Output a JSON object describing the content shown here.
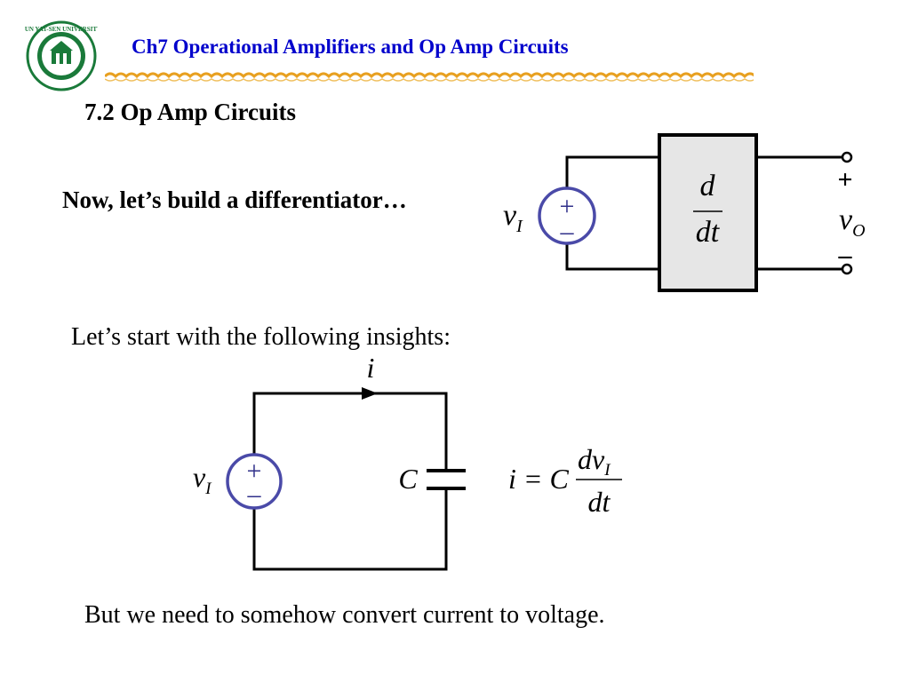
{
  "header": {
    "title": "Ch7 Operational Amplifiers and Op Amp Circuits",
    "logo_text": "SUN YAT-SEN UNIVERSITY",
    "accent_color": "#0000cc",
    "divider_color": "#e8a020"
  },
  "section_title": "7.2 Op Amp Circuits",
  "intro_text": "Now, let’s build a differentiator…",
  "insight_text": "Let’s start with the following insights:",
  "bottom_text": "But we need to somehow convert current to voltage.",
  "diagram_top": {
    "source_label": "v",
    "source_sub": "I",
    "plus": "+",
    "minus": "–",
    "block_num": "d",
    "block_den": "dt",
    "out_label": "v",
    "out_sub": "O",
    "out_plus": "+",
    "out_minus": "–"
  },
  "diagram_bottom": {
    "current_label": "i",
    "source_label": "v",
    "source_sub": "I",
    "plus": "+",
    "minus": "–",
    "cap_label": "C",
    "eq_lhs": "i = C",
    "eq_num": "dv",
    "eq_num_sub": "I",
    "eq_den": "dt"
  }
}
